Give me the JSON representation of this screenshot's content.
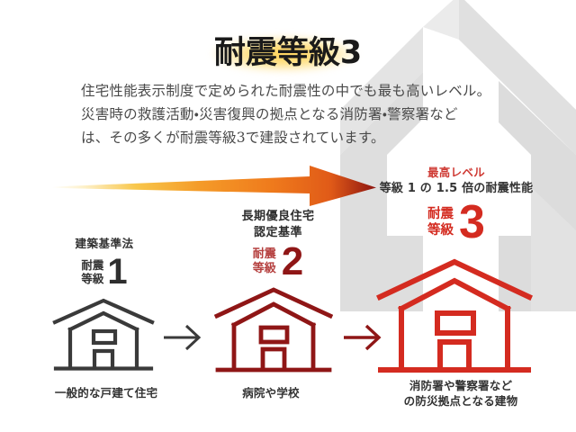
{
  "title": "耐震等級3",
  "lead": {
    "line1": "住宅性能表示制度で定められた耐震性の中でも最も高いレベル。",
    "line2": "災害時の救護活動・災害復興の拠点となる消防署・警察署など",
    "line3": "は、その多くが耐震等級3で建設されています。"
  },
  "columns": [
    {
      "id": "grade1",
      "caption": "建築基準法",
      "grade_label_line1": "耐震",
      "grade_label_line2": "等級",
      "grade_number": "1",
      "bottom_caption_line1": "一般的な戸建て住宅",
      "bottom_caption_line2": "",
      "house_color": "#3a3a3a",
      "icon": "house-icon"
    },
    {
      "id": "grade2",
      "caption_line1": "長期優良住宅",
      "caption_line2": "認定基準",
      "grade_label_line1": "耐震",
      "grade_label_line2": "等級",
      "grade_number": "2",
      "bottom_caption_line1": "病院や学校",
      "bottom_caption_line2": "",
      "house_color": "#8f1616",
      "icon": "house-icon"
    },
    {
      "id": "grade3",
      "top_label": "最高レベル",
      "subtitle": "等級 1 の 1.5 倍の耐震性能",
      "grade_label_line1": "耐震",
      "grade_label_line2": "等級",
      "grade_number": "3",
      "bottom_caption_line1": "消防署や警察署など",
      "bottom_caption_line2": "の防災拠点となる建物",
      "house_color": "#d42b20",
      "icon": "house-icon"
    }
  ],
  "arrows": {
    "big_arrow": "gradient-arrow-right-icon",
    "small_arrow_1": "arrow-right-icon",
    "small_arrow_2": "arrow-right-icon"
  },
  "colors": {
    "accent_red": "#d42b20",
    "dark_red": "#8f1616",
    "mid_red": "#b5403f",
    "title_glow": "#ffce46",
    "watermark_gray": "#d9d9d9",
    "body_text": "#4a4a4a"
  },
  "watermark": {
    "icon": "house-watermark-icon"
  }
}
